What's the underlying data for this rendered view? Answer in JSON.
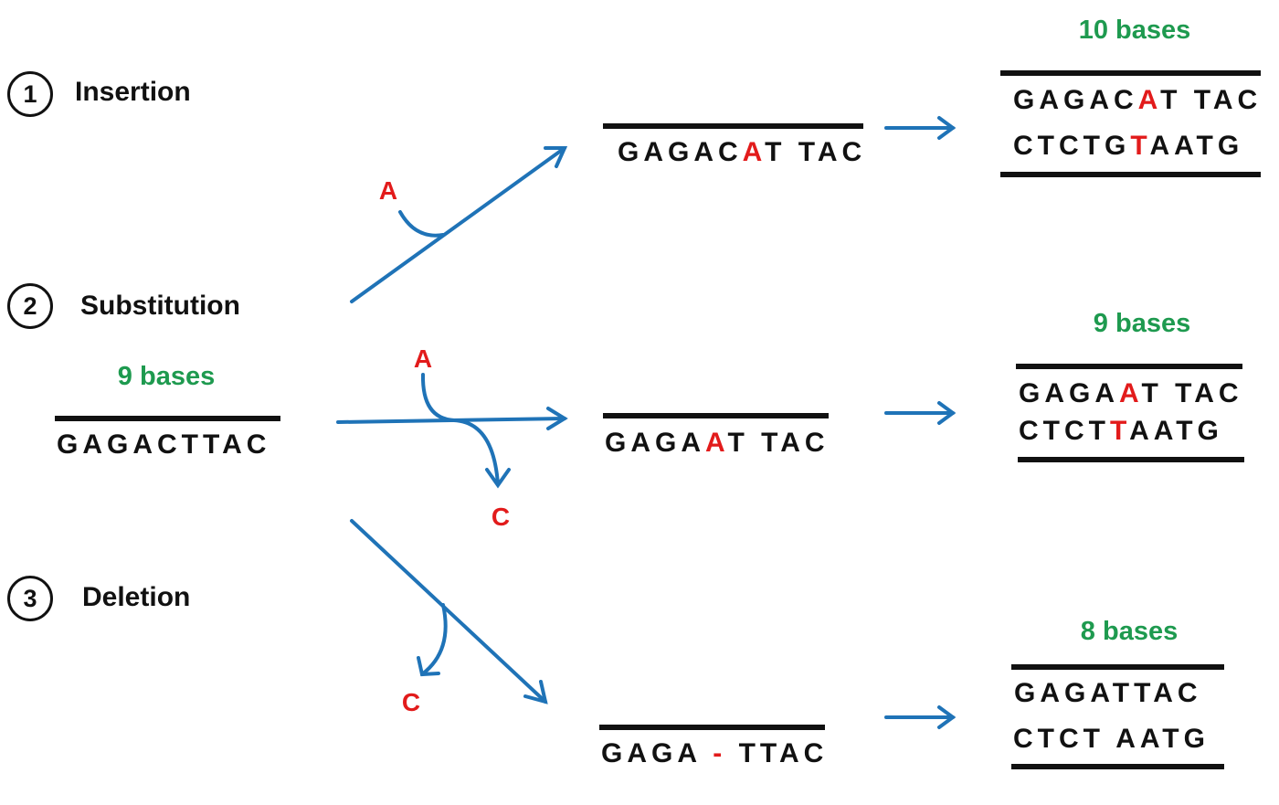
{
  "mutation_types": [
    {
      "number": "1",
      "label": "Insertion"
    },
    {
      "number": "2",
      "label": "Substitution"
    },
    {
      "number": "3",
      "label": "Deletion"
    }
  ],
  "original": {
    "count_label": "9 bases",
    "strand": {
      "pre": "GAGACT",
      "mark": "",
      "post": "TAC"
    }
  },
  "branches": {
    "insertion": {
      "added_base": "A",
      "mutant_strand": {
        "pre": "GAGAC",
        "mark": "A",
        "post": "T TAC"
      },
      "result": {
        "count_label": "10 bases",
        "top": {
          "pre": "GAGAC",
          "mark": "A",
          "post": "T TAC"
        },
        "bottom": {
          "pre": "CTCTG",
          "mark": "T",
          "post": "AATG"
        }
      }
    },
    "substitution": {
      "added_base": "A",
      "removed_base": "C",
      "mutant_strand": {
        "pre": "GAGA",
        "mark": "A",
        "post": "T TAC"
      },
      "result": {
        "count_label": "9 bases",
        "top": {
          "pre": "GAGA",
          "mark": "A",
          "post": "T TAC"
        },
        "bottom": {
          "pre": "CTCT",
          "mark": "T",
          "post": "AATG"
        }
      }
    },
    "deletion": {
      "removed_base": "C",
      "mutant_strand": {
        "pre": "GAGA ",
        "mark": "-",
        "post": " TTAC"
      },
      "result": {
        "count_label": "8 bases",
        "top": {
          "pre": "GAGATTAC",
          "mark": "",
          "post": ""
        },
        "bottom": {
          "pre": "CTCT AATG",
          "mark": "",
          "post": ""
        }
      }
    }
  },
  "colors": {
    "arrow": "#1f73b7",
    "highlight": "#e21b1b",
    "count": "#1e9a4f",
    "text": "#111111"
  }
}
